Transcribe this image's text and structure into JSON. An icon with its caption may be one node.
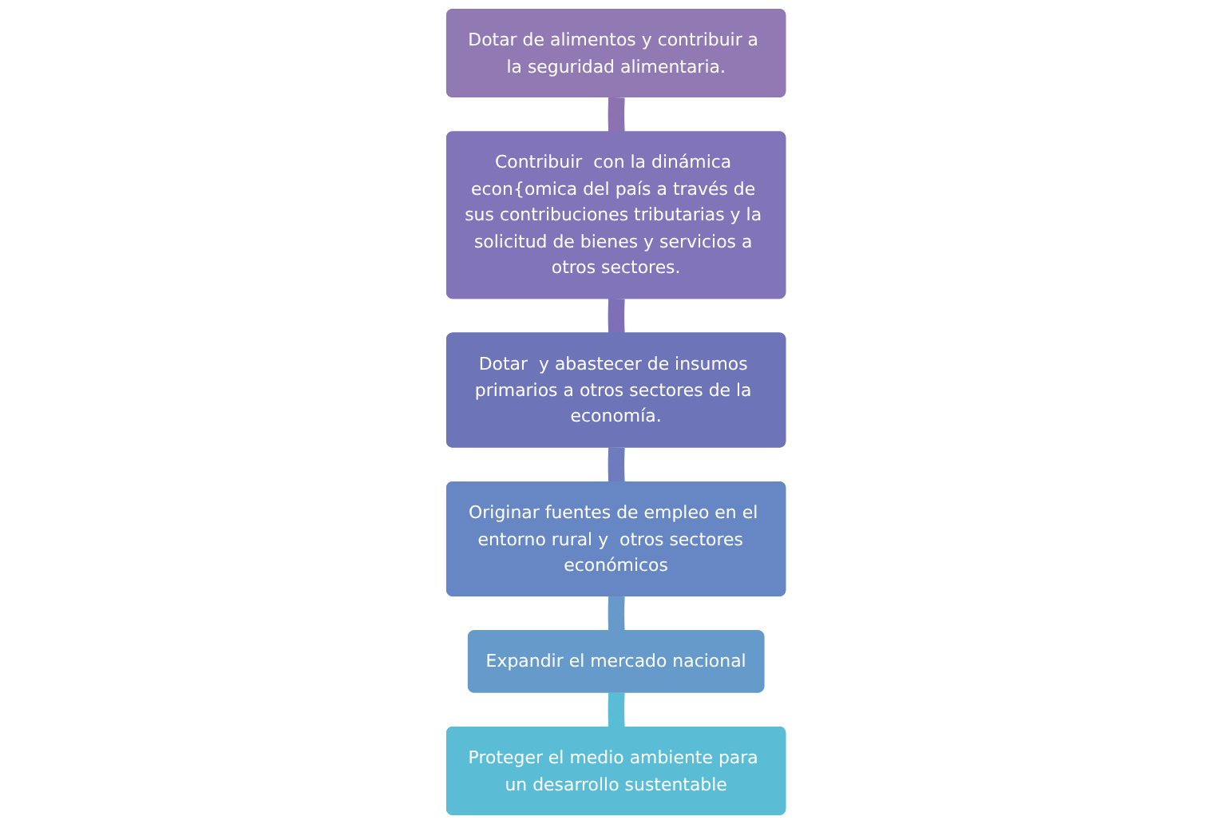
{
  "diagram": {
    "nodes": [
      {
        "text": [
          "Dotar de alimentos y contribuir a la seguridad alimentaria."
        ]
      },
      {
        "text": [
          "Contribuir  con la dinámica econ{omica del país a través de sus contribuciones tributarias y la solicitud de bienes y servicios a otros sectores."
        ]
      },
      {
        "text": [
          "Dotar  y abastecer de insumos primarios a otros sectores de la economía."
        ]
      },
      {
        "text": [
          "Proteger el medio ambiente para un desarrollo sustentable"
        ]
      },
      {
        "text": [
          "Expandir el mercado nacional"
        ]
      },
      {
        "text": [
          "Originar fuentes de empleo en el entorno rural y  otros sectores  económicos"
        ]
      }
    ],
    "edges": [
      {
        "from": 0,
        "to": 1,
        "arrow": "none",
        "color": "#8c72b0"
      },
      {
        "from": 1,
        "to": 2,
        "arrow": "none",
        "color": "#7f6fb6"
      },
      {
        "from": 2,
        "to": 5,
        "arrow": "none",
        "color": "#6e7bbd"
      },
      {
        "from": 5,
        "to": 4,
        "arrow": "none",
        "color": "#6799cb"
      },
      {
        "from": 4,
        "to": 3,
        "arrow": "none",
        "color": "#58bdd5"
      }
    ]
  }
}
